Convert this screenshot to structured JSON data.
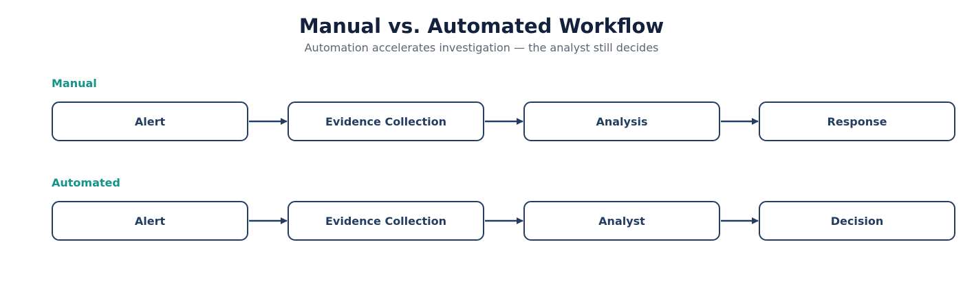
{
  "diagram": {
    "title": "Manual vs. Automated Workflow",
    "subtitle": "Automation accelerates investigation — the analyst still decides",
    "colors": {
      "title": "#14213d",
      "subtitle": "#5b6675",
      "lane_label": "#139487",
      "box_stroke": "#233d63",
      "box_text": "#233d63",
      "arrow": "#233d63"
    },
    "lanes": [
      {
        "label": "Manual",
        "steps": [
          "Alert",
          "Evidence Collection",
          "Analysis",
          "Response"
        ]
      },
      {
        "label": "Automated",
        "steps": [
          "Alert",
          "Evidence Collection",
          "Analyst",
          "Decision"
        ]
      }
    ]
  }
}
